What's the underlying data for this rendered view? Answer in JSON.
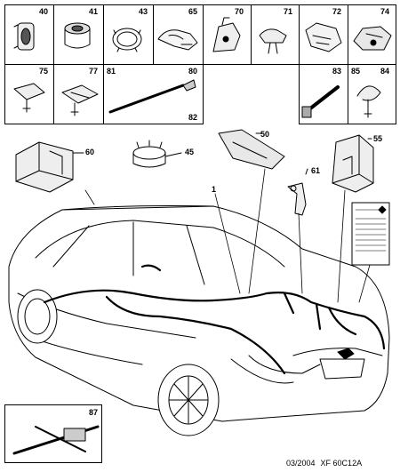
{
  "grid": {
    "row1": [
      "40",
      "41",
      "43",
      "65",
      "70",
      "71",
      "72",
      "74"
    ],
    "row2": {
      "c75": "75",
      "c77": "77",
      "c81": "81",
      "c80": "80",
      "c82": "82",
      "c83": "83",
      "c85": "85",
      "c84": "84"
    }
  },
  "callouts": {
    "c60": "60",
    "c45": "45",
    "c50": "50",
    "c55": "55",
    "c61": "61",
    "c1": "1",
    "c87": "87"
  },
  "footer": {
    "date": "03/2004",
    "ref": "XF 60C12A"
  }
}
